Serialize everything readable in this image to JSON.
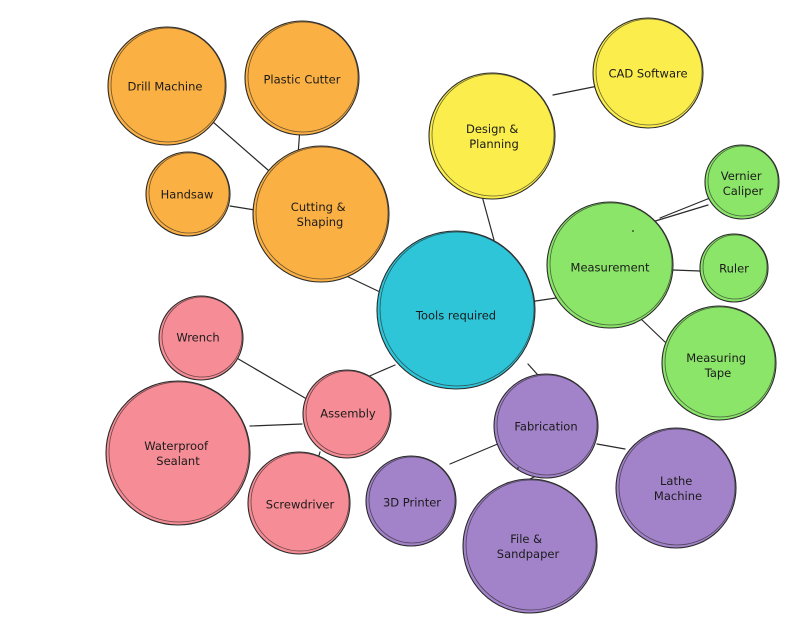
{
  "colors": {
    "center": "#2EC5D9",
    "orange": "#FBB043",
    "yellow": "#FBEE4C",
    "green": "#8BE569",
    "pink": "#F68C95",
    "purple": "#A283C9",
    "stroke": "#2a2a2a"
  },
  "nodes": {
    "center": {
      "label": "Tools required"
    },
    "cutting": {
      "label_lines": [
        "Cutting &",
        "Shaping"
      ]
    },
    "drill": {
      "label": "Drill Machine"
    },
    "plastic_cutter": {
      "label": "Plastic Cutter"
    },
    "handsaw": {
      "label": "Handsaw"
    },
    "design": {
      "label_lines": [
        "Design &",
        "Planning"
      ]
    },
    "cad": {
      "label": "CAD Software"
    },
    "measurement": {
      "label": "Measurement"
    },
    "vernier": {
      "label_lines": [
        "Vernier",
        "Caliper"
      ]
    },
    "ruler": {
      "label": "Ruler"
    },
    "tape": {
      "label_lines": [
        "Measuring",
        "Tape"
      ]
    },
    "assembly": {
      "label": "Assembly"
    },
    "wrench": {
      "label": "Wrench"
    },
    "sealant": {
      "label_lines": [
        "Waterproof",
        "Sealant"
      ]
    },
    "screwdriver": {
      "label": "Screwdriver"
    },
    "fabrication": {
      "label": "Fabrication"
    },
    "printer": {
      "label": "3D Printer"
    },
    "file": {
      "label_lines": [
        "File &",
        "Sandpaper"
      ]
    },
    "lathe": {
      "label_lines": [
        "Lathe",
        "Machine"
      ]
    }
  }
}
